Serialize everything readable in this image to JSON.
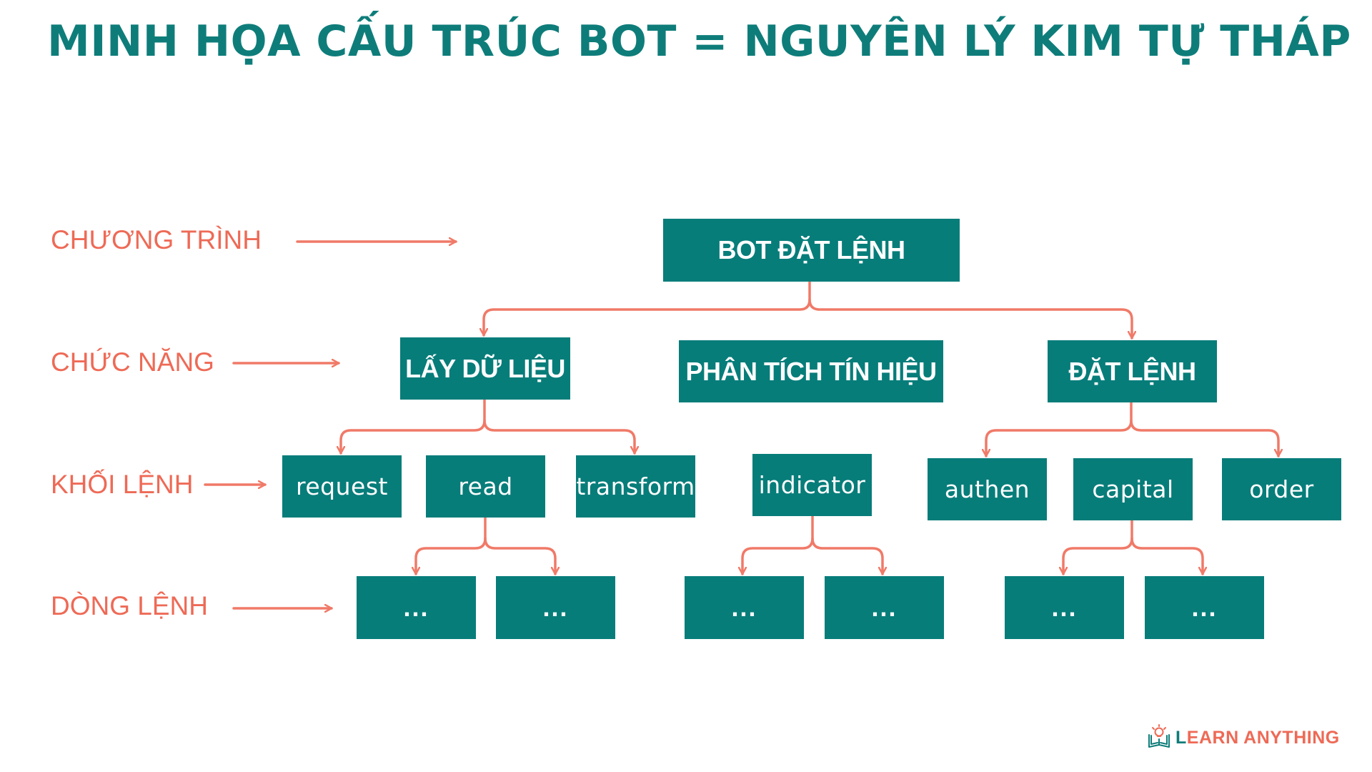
{
  "title": "MINH HỌA CẤU TRÚC BOT = NGUYÊN LÝ KIM TỰ THÁP",
  "levels": {
    "program": "CHƯƠNG TRÌNH",
    "function": "CHỨC NĂNG",
    "block": "KHỐI LỆNH",
    "line": "DÒNG LỆNH"
  },
  "nodes": {
    "root": "BOT ĐẶT LỆNH",
    "fetch_data": "LẤY DỮ LIỆU",
    "analyze_signal": "PHÂN TÍCH TÍN HIỆU",
    "place_order": "ĐẶT LỆNH",
    "request": "request",
    "read": "read",
    "transform": "transform",
    "indicator": "indicator",
    "authen": "authen",
    "capital": "capital",
    "order": "order",
    "read_line_1": "...",
    "read_line_2": "...",
    "indicator_line_1": "...",
    "indicator_line_2": "...",
    "capital_line_1": "...",
    "capital_line_2": "..."
  },
  "logo": {
    "first_letter": "L",
    "rest": "EARN ANYTHING",
    "icon": "book-lightbulb-icon"
  },
  "colors": {
    "teal": "#077d7a",
    "title": "#0e7d7a",
    "coral": "#ee6a56",
    "connector": "#f07a68"
  }
}
